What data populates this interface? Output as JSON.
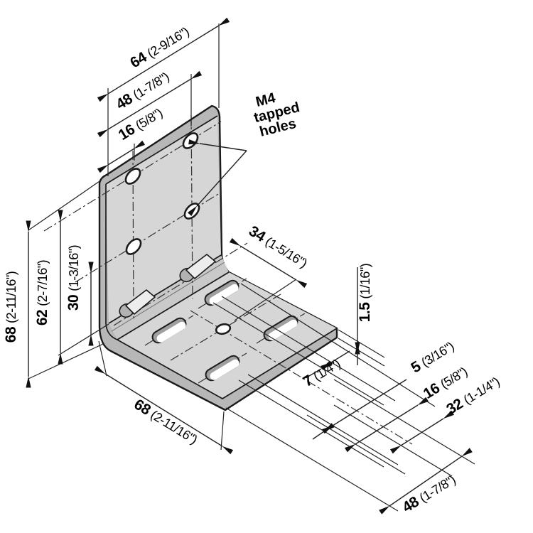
{
  "drawing": {
    "title": "L-bracket isometric dimension drawing",
    "units": "mm (inches)",
    "colors": {
      "plate_face": "#d6d6d6",
      "plate_edge_band": "#b7b7b7",
      "bend_fillet": "#c9c9c9",
      "outline": "#1a1a1a",
      "background": "#ffffff"
    },
    "dims": {
      "top_width_full": {
        "num": "64",
        "frac": "(2-9/16\")"
      },
      "top_width_mid": {
        "num": "48",
        "frac": "(1-7/8\")"
      },
      "top_width_small": {
        "num": "16",
        "frac": "(5/8\")"
      },
      "left_height_full": {
        "num": "68",
        "frac": "(2-11/16\")"
      },
      "left_height_mid": {
        "num": "62",
        "frac": "(2-7/16\")"
      },
      "left_height_small": {
        "num": "30",
        "frac": "(1-3/16\")"
      },
      "base_offset": {
        "num": "34",
        "frac": "(1-5/16\")"
      },
      "thickness": {
        "num": "1.5",
        "frac": "(1/16\")"
      },
      "base_width": {
        "num": "68",
        "frac": "(2-11/16\")"
      },
      "slot_offset_7": {
        "num": "7",
        "frac": "(1/4\")"
      },
      "slot_offset_5": {
        "num": "5",
        "frac": "(3/16\")"
      },
      "slot_offset_16": {
        "num": "16",
        "frac": "(5/8\")"
      },
      "slot_offset_32": {
        "num": "32",
        "frac": "(1-1/4\")"
      },
      "base_depth_48": {
        "num": "48",
        "frac": "(1-7/8\")"
      }
    },
    "labels": {
      "m4": [
        "M4",
        "tapped",
        "holes"
      ]
    }
  }
}
